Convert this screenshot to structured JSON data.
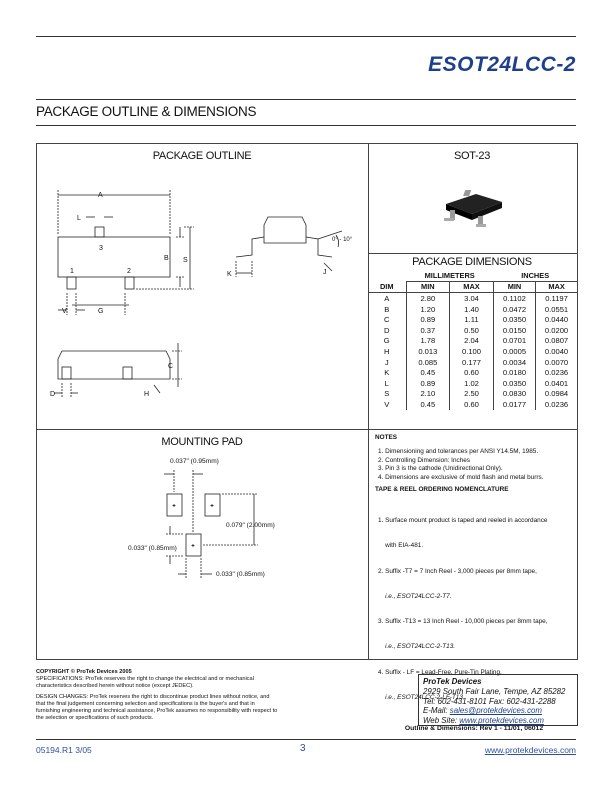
{
  "header": {
    "part_number": "ESOT24LCC-2",
    "section_title": "PACKAGE OUTLINE & DIMENSIONS"
  },
  "outline": {
    "title": "PACKAGE OUTLINE",
    "labels": {
      "A": "A",
      "L": "L",
      "B": "B",
      "S": "S",
      "V": "V",
      "G": "G",
      "C": "C",
      "D": "D",
      "H": "H",
      "K": "K",
      "J": "J",
      "pin1": "1",
      "pin2": "2",
      "pin3": "3",
      "angle": "0° - 10°"
    }
  },
  "sot": {
    "title": "SOT-23"
  },
  "dimensions": {
    "title": "PACKAGE DIMENSIONS",
    "group_headers": {
      "mm": "MILLIMETERS",
      "in": "INCHES"
    },
    "col_headers": [
      "DIM",
      "MIN",
      "MAX",
      "MIN",
      "MAX"
    ],
    "rows": [
      [
        "A",
        "2.80",
        "3.04",
        "0.1102",
        "0.1197"
      ],
      [
        "B",
        "1.20",
        "1.40",
        "0.0472",
        "0.0551"
      ],
      [
        "C",
        "0.89",
        "1.11",
        "0.0350",
        "0.0440"
      ],
      [
        "D",
        "0.37",
        "0.50",
        "0.0150",
        "0.0200"
      ],
      [
        "G",
        "1.78",
        "2.04",
        "0.0701",
        "0.0807"
      ],
      [
        "H",
        "0.013",
        "0.100",
        "0.0005",
        "0.0040"
      ],
      [
        "J",
        "0.085",
        "0.177",
        "0.0034",
        "0.0070"
      ],
      [
        "K",
        "0.45",
        "0.60",
        "0.0180",
        "0.0236"
      ],
      [
        "L",
        "0.89",
        "1.02",
        "0.0350",
        "0.0401"
      ],
      [
        "S",
        "2.10",
        "2.50",
        "0.0830",
        "0.0984"
      ],
      [
        "V",
        "0.45",
        "0.60",
        "0.0177",
        "0.0236"
      ]
    ]
  },
  "mounting": {
    "title": "MOUNTING PAD",
    "dim1": "0.037\" (0.95mm)",
    "dim2": "0.079\" (2.00mm)",
    "dim3": "0.033\" (0.85mm)",
    "dim4": "0.033\" (0.85mm)"
  },
  "notes": {
    "title": "NOTES",
    "items": [
      "1. Dimensioning and tolerances per ANSI Y14.5M, 1985.",
      "2. Controlling Dimension: Inches",
      "3. Pin 3 is the cathode (Unidirectional Only).",
      "4. Dimensions are exclusive of mold flash and metal burrs."
    ],
    "tape_title": "TAPE & REEL ORDERING NOMENCLATURE",
    "tape_items": [
      "1. Surface mount product is taped and reeled in accordance",
      "    with EIA-481.",
      "2. Suffix -T7 = 7 Inch Reel - 3,000 pieces per 8mm tape,",
      "    i.e., ESOT24LCC-2-T7.",
      "3. Suffix -T13 = 13 Inch Reel - 10,000 pieces per 8mm tape,",
      "    i.e., ESOT24LCC-2-T13.",
      "4. Suffix - LF = Lead-Free, Pure-Tin Plating,",
      "    i.e., ESOT24LCC-2-LF-T13."
    ],
    "revision": "Outline & Dimensions: Rev 1 - 11/01, 06012"
  },
  "footer": {
    "copyright_title": "COPYRIGHT © ProTek Devices 2005",
    "copyright_text": "SPECIFICATIONS: ProTek reserves the right to change the electrical and or mechanical characteristics described herein without notice (except JEDEC).",
    "design_text": "DESIGN CHANGES: ProTek reserves the right to discontinue product lines without notice, and that the final judgement concerning selection and specifications is the buyer's and that in furnishing engineering and technical assistance, ProTek assumes no responsibility with respect to the selection or specifications of such products.",
    "company": "ProTek Devices",
    "address": "2929 South Fair Lane, Tempe, AZ 85282",
    "phone": "Tel: 602-431-8101  Fax: 602-431-2288",
    "email_label": "E-Mail:",
    "email": "sales@protekdevices.com",
    "web_label": "Web Site:",
    "web": "www.protekdevices.com",
    "doc_number": "05194.R1 3/05",
    "page_number": "3",
    "website_bottom": "www.protekdevices.com"
  }
}
